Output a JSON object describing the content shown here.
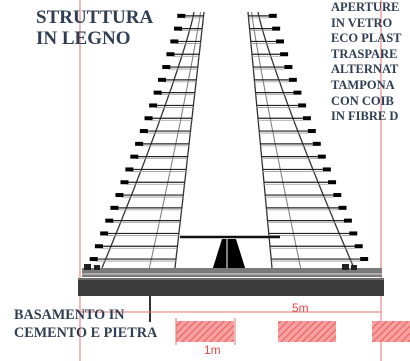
{
  "labels": {
    "structure_title": [
      "STRUTTURA",
      "IN LEGNO"
    ],
    "notes": [
      "APERTURE",
      "IN VETRO",
      "ECO PLAST",
      "TRASPARE",
      "ALTERNAT",
      "TAMPONA",
      "CON COIB",
      "IN FIBRE D"
    ],
    "base_label": [
      "BASAMENTO IN",
      "CEMENTO E PIETRA"
    ]
  },
  "dimensions": {
    "span": "5m",
    "scale": "1m"
  },
  "colors": {
    "text": "#2f3e52",
    "dimension": "#e24a4a",
    "hatch": "#f08080",
    "structure": "#111111",
    "base": "#3a3a3a"
  }
}
